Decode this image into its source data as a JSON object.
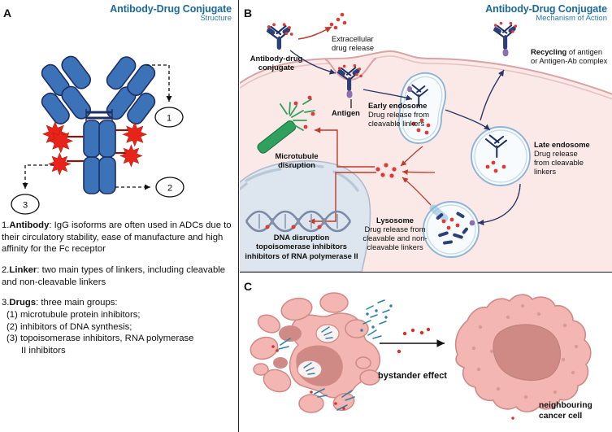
{
  "figure": {
    "panels": [
      {
        "letter": "A",
        "title": "Antibody-Drug Conjugate",
        "subtitle": "Structure"
      },
      {
        "letter": "B",
        "title": "Antibody-Drug Conjugate",
        "subtitle": "Mechanism of Action"
      },
      {
        "letter": "C",
        "title": "",
        "subtitle": ""
      }
    ],
    "colors": {
      "title_blue": "#1b6a9c",
      "subtitle_blue": "#2a7ba8",
      "antibody_blue": "#3b72b8",
      "antibody_blue_dark": "#2b5fa3",
      "antibody_navy": "#1f2f63",
      "drug_red": "#e8241a",
      "drug_dot_red": "#d9302c",
      "cell_pink": "#fbe9e8",
      "cell_membrane": "#d9a3a6",
      "nucleus_blue": "#dde5ee",
      "endosome_outline": "#a9c4dd",
      "microtubule_green": "#2fa05e",
      "cancer_cell_pink": "#f4b6b2",
      "cancer_nucleus": "#d99a96",
      "arrow_navy": "#2a3566",
      "arrow_red": "#c0392b",
      "divider": "#222222"
    }
  },
  "panel_a": {
    "letter": "A",
    "title": "Antibody-Drug Conjugate",
    "subtitle": "Structure",
    "callouts": [
      {
        "id": "1",
        "label": "1"
      },
      {
        "id": "2",
        "label": "2"
      },
      {
        "id": "3",
        "label": "3"
      }
    ],
    "legend": [
      {
        "num": "1.",
        "term": "Antibody",
        "body": ": IgG isoforms are often used in ADCs due to their circulatory stability, ease of manufacture and high affinity for the Fc receptor",
        "sub": []
      },
      {
        "num": "2.",
        "term": "Linker",
        "body": ": two main types of linkers, including cleavable and non-cleavable linkers",
        "sub": []
      },
      {
        "num": "3.",
        "term": "Drugs",
        "body": ": three main groups:",
        "sub": [
          "(1) microtubule protein inhibitors;",
          "(2) inhibitors of DNA synthesis;",
          "(3) topoisomerase inhibitors, RNA polymerase",
          "II inhibitors"
        ]
      }
    ]
  },
  "panel_b": {
    "letter": "B",
    "title": "Antibody-Drug Conjugate",
    "subtitle": "Mechanism of Action",
    "labels": {
      "adc": "Antibody-drug\nconjugate",
      "adc_l1": "Antibody-drug",
      "adc_l2": "conjugate",
      "extracellular_l1": "Extracellular",
      "extracellular_l2": "drug release",
      "antigen": "Antigen",
      "recycling_bold": "Recycling",
      "recycling_rest": " of antigen",
      "recycling_l2": "or Antigen-Ab complex",
      "early_endosome_bold": "Early endosome",
      "early_endosome_l2": "Drug release from",
      "early_endosome_l3": "cleavable linkers",
      "late_endosome_bold": "Late endosome",
      "late_endosome_l2": "Drug release",
      "late_endosome_l3": "from cleavable",
      "late_endosome_l4": "linkers",
      "lysosome_bold": "Lysosome",
      "lysosome_l2": "Drug release from",
      "lysosome_l3": "cleavable and non-",
      "lysosome_l4": "cleavable linkers",
      "microtubule_l1": "Microtubule",
      "microtubule_l2": "disruption",
      "dna_l1": "DNA disruption",
      "dna_l2": "topoisomerase inhibitors",
      "dna_l3": "inhibitors of RNA polymerase II"
    }
  },
  "panel_c": {
    "letter": "C",
    "labels": {
      "bystander": "bystander effect",
      "neighbour_l1": "neighbouring",
      "neighbour_l2": "cancer cell"
    }
  }
}
